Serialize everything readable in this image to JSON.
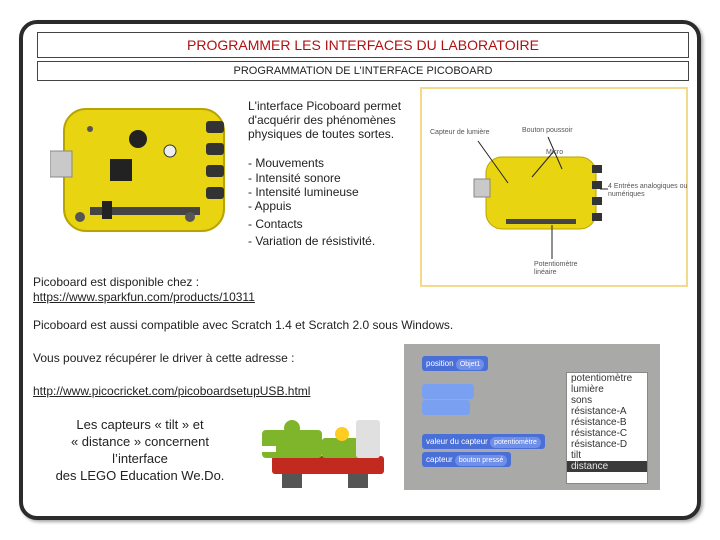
{
  "title": "PROGRAMMER LES INTERFACES DU LABORATOIRE",
  "subtitle": "PROGRAMMATION DE L’INTERFACE PICOBOARD",
  "intro": [
    "L'interface Picoboard permet",
    "d'acquérir des phénomènes",
    "physiques de toutes sortes."
  ],
  "features": [
    "- Mouvements",
    "- Intensité sonore",
    "- Intensité lumineuse",
    "- Appuis",
    "- Contacts",
    "- Variation de résistivité."
  ],
  "diagram_labels": {
    "capteur": "Capteur de lumière",
    "bouton": "Bouton poussoir",
    "micro": "Micro",
    "entrees": "4 Entrées analogiques ou numériques",
    "potentiometre": "Potentiomètre linéaire"
  },
  "availability": {
    "text": "Picoboard est disponible chez :",
    "link": "https://www.sparkfun.com/products/10311"
  },
  "compatibility": "Picoboard est aussi compatible avec Scratch 1.4 et Scratch 2.0 sous Windows.",
  "driver": {
    "text": "Vous pouvez récupérer le driver à cette adresse :",
    "link": "http://www.picocricket.com/picoboardsetupUSB.html"
  },
  "wedo_note": [
    "Les capteurs « tilt » et",
    "« distance » concernent",
    "l’interface",
    "des LEGO Education We.Do."
  ],
  "scratch_ui": {
    "block_position": "position",
    "block_object": "Objet1",
    "block_capteur": "valeur du capteur",
    "block_capteur_param": "potentiomètre",
    "block_capteur2": "capteur",
    "block_capteur2_param": "bouton pressé",
    "dropdown_items": [
      "potentiomètre",
      "lumière",
      "sons",
      "résistance-A",
      "résistance-B",
      "résistance-C",
      "résistance-D",
      "tilt",
      "distance"
    ],
    "dropdown_selected": "distance"
  }
}
